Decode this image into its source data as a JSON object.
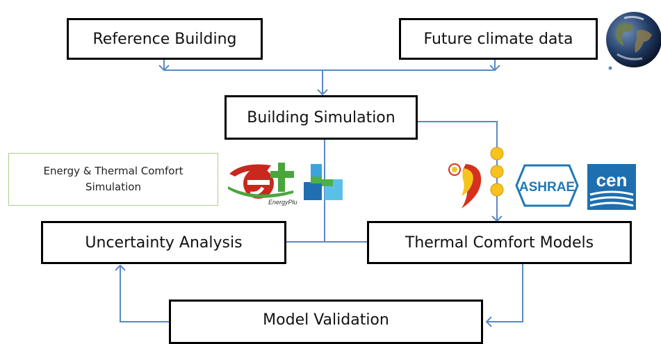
{
  "boxes": {
    "reference_building": "Reference Building",
    "future_climate": "Future climate data",
    "building_simulation": "Building Simulation",
    "uncertainty_analysis": "Uncertainty Analysis",
    "thermal_comfort_models": "Thermal Comfort Models",
    "model_validation": "Model Validation"
  },
  "note": {
    "line1": "Energy & Thermal Comfort",
    "line2": "Simulation"
  },
  "logos": {
    "energyplus_text": "EnergyPlus",
    "ashrae_text": "ASHRAE",
    "cen_text": "cen"
  },
  "colors": {
    "connector": "#5b87c5",
    "box_border": "#000000",
    "note_border": "#a7d08c",
    "node_fill": "#f7c21b",
    "ashrae_blue": "#1f78b4",
    "cen_blue": "#1d6fb0",
    "energyplus_red": "#c8281e",
    "energyplus_green": "#4aa63c"
  },
  "icons": [
    "globe-icon",
    "energyplus-logo",
    "openstudio-logo",
    "climate-pointer-logo",
    "ashrae-logo",
    "cen-logo"
  ]
}
